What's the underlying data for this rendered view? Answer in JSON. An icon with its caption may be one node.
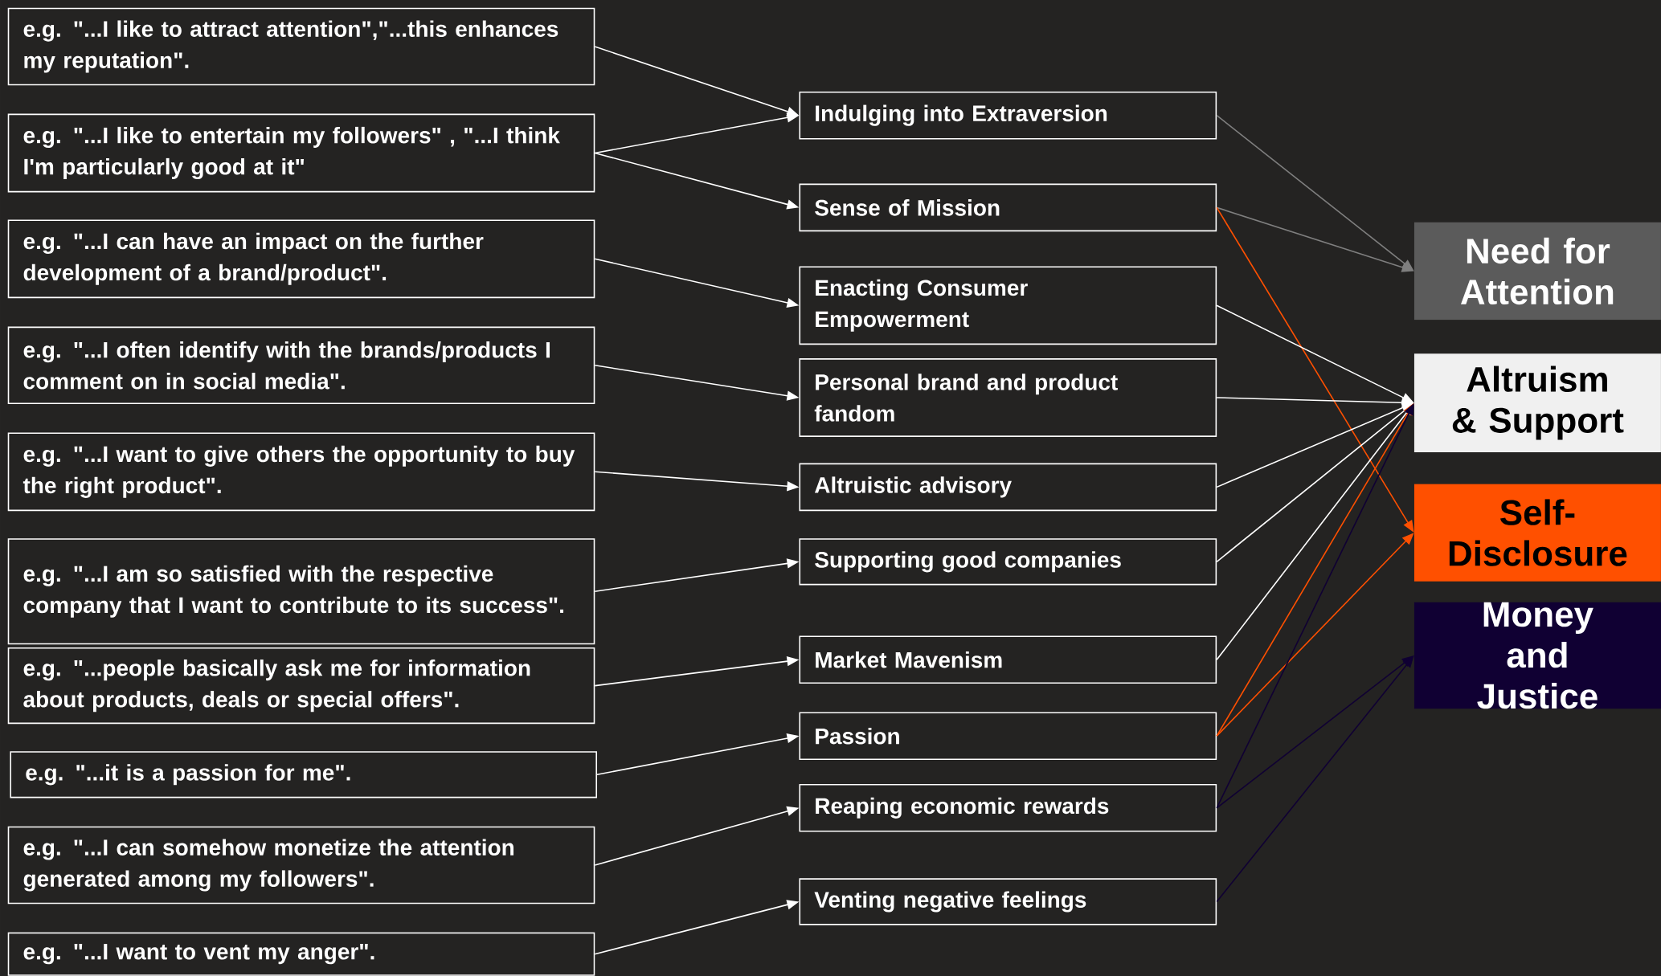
{
  "diagram": {
    "nodes": [
      {
        "text": [
          "e.g. \"...I like to attract attention\",\"...this enhances my reputation\"."
        ]
      },
      {
        "text": [
          "e.g. \"...I like to entertain my followers\" , \"...I think I'm particularly good at it\""
        ]
      },
      {
        "text": [
          "e.g. \"...I can have an impact on the further development of a brand/product\"."
        ]
      },
      {
        "text": [
          "e.g. \"...I often identify with the brands/products I comment on in social media\"."
        ]
      },
      {
        "text": [
          "e.g. \"...I want to give others the opportunity to buy the right product\"."
        ]
      },
      {
        "text": [
          "e.g. \"...I am so satisfied with the respective company that I want to contribute to its success\"."
        ]
      },
      {
        "text": [
          "e.g. \"...people basically ask me for information about products, deals or special offers\"."
        ]
      },
      {
        "text": [
          "e.g. \"...it is a passion for me\"."
        ]
      },
      {
        "text": [
          "e.g. \"...I can somehow monetize the attention generated among my followers\"."
        ]
      },
      {
        "text": [
          "e.g. \"...I want to vent my anger\"."
        ]
      },
      {
        "text": [
          "Indulging into Extraversion"
        ]
      },
      {
        "text": [
          "Sense of Mission"
        ]
      },
      {
        "text": [
          "Enacting Consumer Empowerment"
        ]
      },
      {
        "text": [
          "Personal brand and product fandom"
        ]
      },
      {
        "text": [
          "Altruistic advisory"
        ]
      },
      {
        "text": [
          "Supporting good companies"
        ]
      },
      {
        "text": [
          "Market Mavenism"
        ]
      },
      {
        "text": [
          "Passion"
        ]
      },
      {
        "text": [
          "Reaping economic rewards"
        ]
      },
      {
        "text": [
          "Venting negative feelings"
        ]
      },
      {
        "text": [
          "Need for Attention"
        ]
      },
      {
        "text": [
          "Altruism & Support"
        ]
      },
      {
        "text": [
          "Self-Disclosure"
        ]
      },
      {
        "text": [
          "Money and Justice"
        ]
      }
    ],
    "edges": [
      {
        "from": 0,
        "to": 10,
        "arrow": "to"
      },
      {
        "from": 1,
        "to": 10,
        "arrow": "to"
      },
      {
        "from": 1,
        "to": 11,
        "arrow": "to"
      },
      {
        "from": 2,
        "to": 12,
        "arrow": "to"
      },
      {
        "from": 3,
        "to": 13,
        "arrow": "to"
      },
      {
        "from": 4,
        "to": 14,
        "arrow": "to"
      },
      {
        "from": 5,
        "to": 15,
        "arrow": "to"
      },
      {
        "from": 6,
        "to": 16,
        "arrow": "to"
      },
      {
        "from": 7,
        "to": 17,
        "arrow": "to"
      },
      {
        "from": 8,
        "to": 18,
        "arrow": "to"
      },
      {
        "from": 9,
        "to": 19,
        "arrow": "to"
      },
      {
        "from": 10,
        "to": 20,
        "arrow": "to",
        "color": "#7f7f7f"
      },
      {
        "from": 11,
        "to": 20,
        "arrow": "to",
        "color": "#7f7f7f"
      },
      {
        "from": 11,
        "to": 22,
        "arrow": "to",
        "color": "#ff5000"
      },
      {
        "from": 12,
        "to": 21,
        "arrow": "to"
      },
      {
        "from": 13,
        "to": 21,
        "arrow": "to"
      },
      {
        "from": 14,
        "to": 21,
        "arrow": "to"
      },
      {
        "from": 15,
        "to": 21,
        "arrow": "to"
      },
      {
        "from": 16,
        "to": 21,
        "arrow": "to"
      },
      {
        "from": 17,
        "to": 21,
        "arrow": "to",
        "color": "#ff5000"
      },
      {
        "from": 17,
        "to": 22,
        "arrow": "to",
        "color": "#ff5000"
      },
      {
        "from": 18,
        "to": 21,
        "arrow": "to",
        "color": "#100033"
      },
      {
        "from": 18,
        "to": 23,
        "arrow": "to",
        "color": "#100033"
      },
      {
        "from": 19,
        "to": 23,
        "arrow": "to",
        "color": "#100033"
      }
    ]
  }
}
